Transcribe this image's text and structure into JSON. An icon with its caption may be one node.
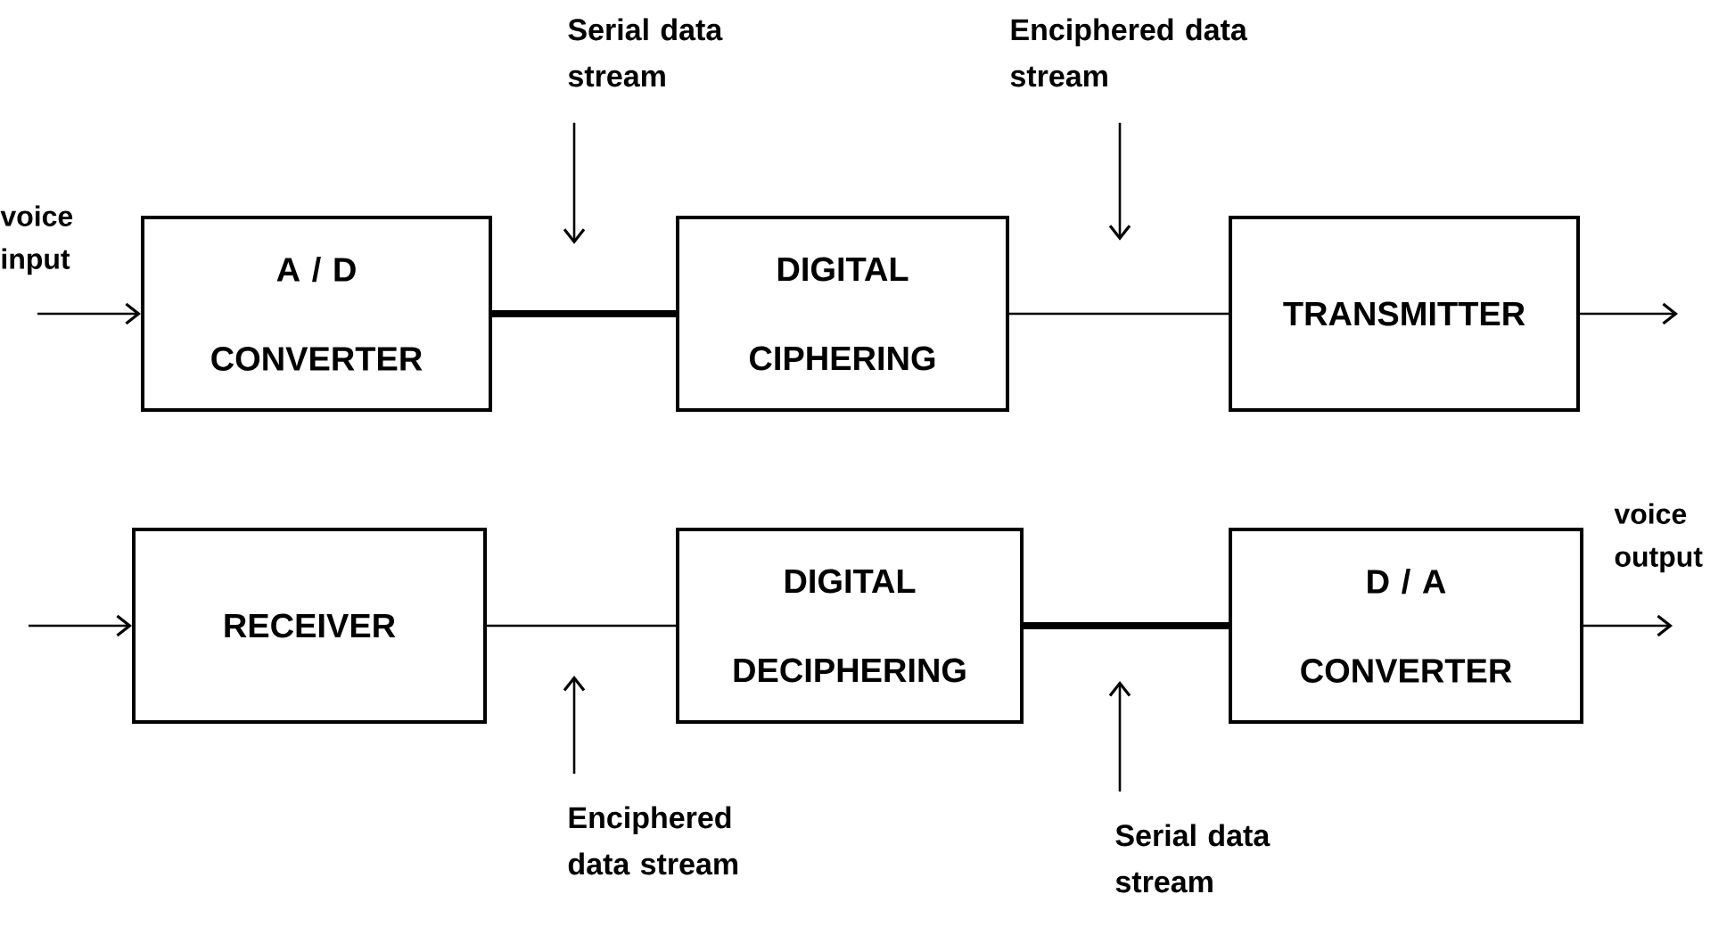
{
  "diagram": {
    "nodes": [
      {
        "text": [
          "A / D CONVERTER"
        ]
      },
      {
        "text": [
          "DIGITAL CIPHERING"
        ]
      },
      {
        "text": [
          "TRANSMITTER"
        ]
      },
      {
        "text": [
          "RECEIVER"
        ]
      },
      {
        "text": [
          "DIGITAL DECIPHERING"
        ]
      },
      {
        "text": [
          "D / A CONVERTER"
        ]
      },
      {
        "text": [
          "Serial data stream"
        ]
      },
      {
        "text": [
          "Enciphered data stream"
        ]
      },
      {
        "text": [
          "Enciphered data stream"
        ]
      },
      {
        "text": [
          "Serial data stream"
        ]
      }
    ],
    "edges": [
      {
        "from": null,
        "to": 0,
        "arrow": "to"
      },
      {
        "from": 0,
        "to": 1,
        "arrow": "none",
        "style": "thick"
      },
      {
        "from": 1,
        "to": 2,
        "arrow": "none"
      },
      {
        "from": 2,
        "to": null,
        "arrow": "to"
      },
      {
        "from": null,
        "to": 3,
        "arrow": "to"
      },
      {
        "from": 3,
        "to": 4,
        "arrow": "none"
      },
      {
        "from": 4,
        "to": 5,
        "arrow": "none",
        "style": "thick"
      },
      {
        "from": 5,
        "to": null,
        "arrow": "to"
      },
      {
        "from": 6,
        "to": null,
        "arrow": "to"
      },
      {
        "from": 7,
        "to": null,
        "arrow": "to"
      },
      {
        "from": 8,
        "to": null,
        "arrow": "to"
      },
      {
        "from": 9,
        "to": null,
        "arrow": "to"
      }
    ],
    "labels": [
      "voice input",
      "voice output"
    ]
  }
}
